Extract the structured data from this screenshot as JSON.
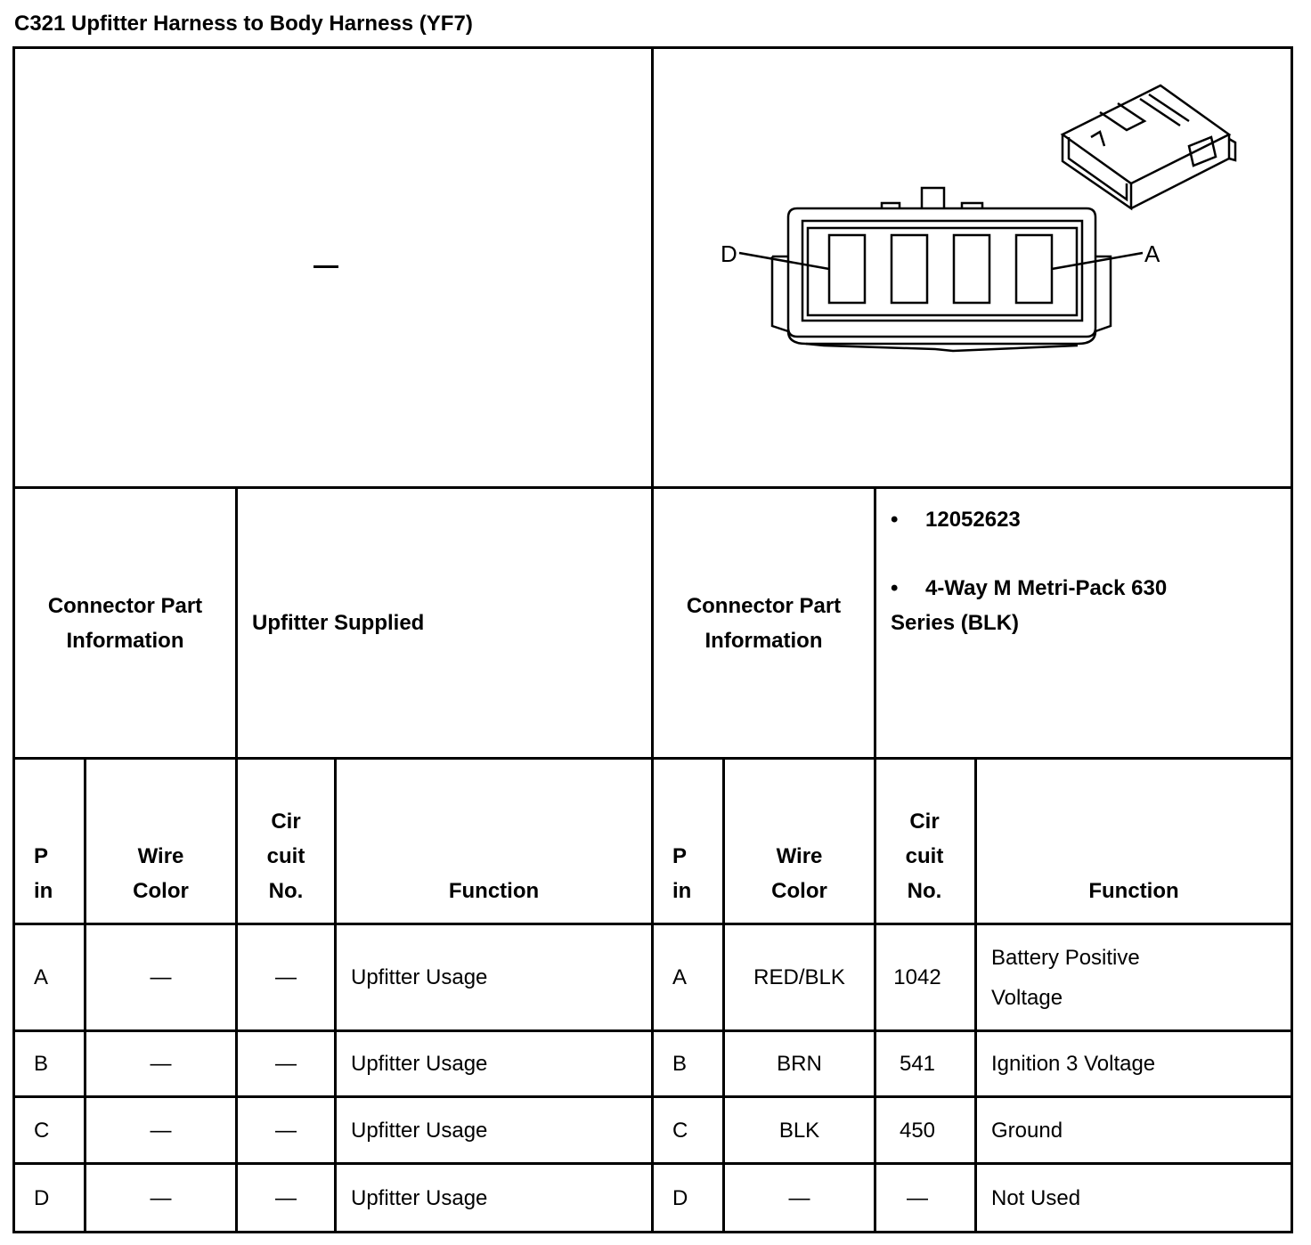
{
  "title": "C321 Upfitter Harness to Body Harness (YF7)",
  "left_image_placeholder": "—",
  "connector_image": {
    "label_left": "D",
    "label_right": "A"
  },
  "connector_info_left": {
    "label": "Connector Part Information",
    "value": "Upfitter Supplied"
  },
  "connector_info_right": {
    "label": "Connector Part Information",
    "items": [
      "12052623",
      "4-Way M Metri-Pack 630 Series (BLK)"
    ],
    "bullet": "•"
  },
  "headers": {
    "pin_line1": "P",
    "pin_line2": "in",
    "wire_line1": "Wire",
    "wire_line2": "Color",
    "circuit_line1": "Cir",
    "circuit_line2": "cuit",
    "circuit_line3": "No.",
    "function": "Function"
  },
  "rows": [
    {
      "l_pin": "A",
      "l_wire": "—",
      "l_circuit": "—",
      "l_function": "Upfitter Usage",
      "r_pin": "A",
      "r_wire": "RED/BLK",
      "r_circuit": "1042",
      "r_function_1": "Battery Positive",
      "r_function_2": "Voltage"
    },
    {
      "l_pin": "B",
      "l_wire": "—",
      "l_circuit": "—",
      "l_function": "Upfitter Usage",
      "r_pin": "B",
      "r_wire": "BRN",
      "r_circuit": "541",
      "r_function_1": "Ignition 3 Voltage",
      "r_function_2": ""
    },
    {
      "l_pin": "C",
      "l_wire": "—",
      "l_circuit": "—",
      "l_function": "Upfitter Usage",
      "r_pin": "C",
      "r_wire": "BLK",
      "r_circuit": "450",
      "r_function_1": "Ground",
      "r_function_2": ""
    },
    {
      "l_pin": "D",
      "l_wire": "—",
      "l_circuit": "—",
      "l_function": "Upfitter Usage",
      "r_pin": "D",
      "r_wire": "—",
      "r_circuit": "—",
      "r_function_1": "Not Used",
      "r_function_2": ""
    }
  ]
}
